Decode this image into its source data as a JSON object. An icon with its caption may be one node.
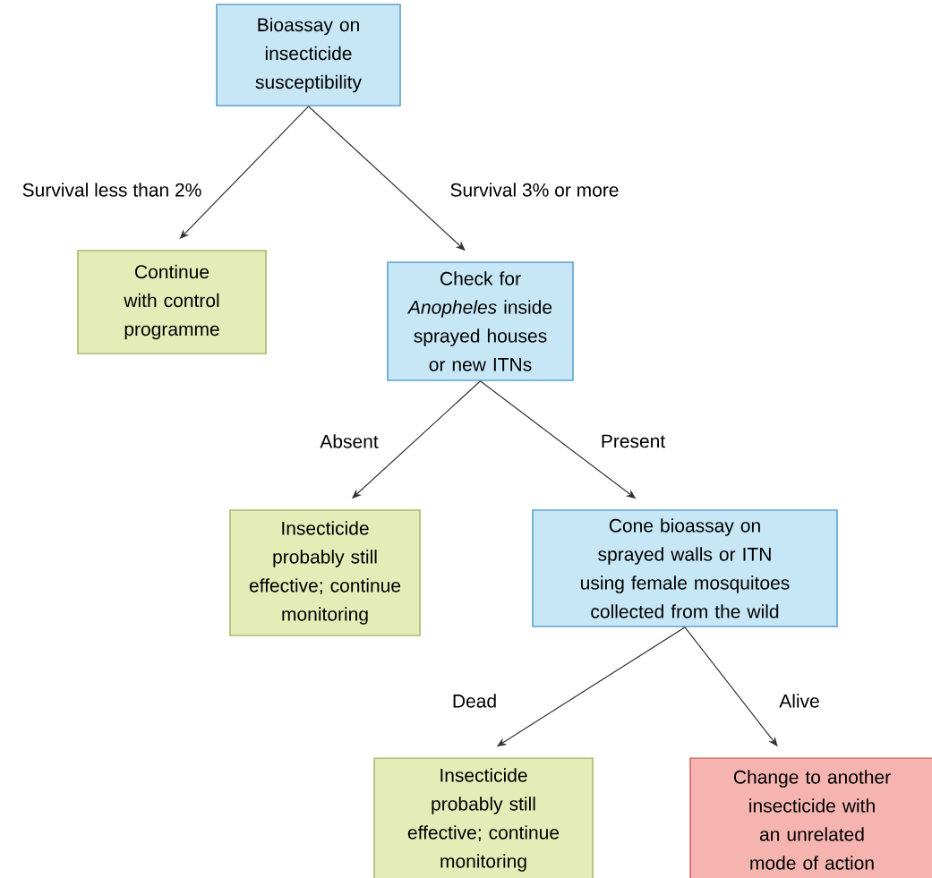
{
  "diagram": {
    "nodes": [
      {
        "text": [
          "Bioassay on insecticide susceptibility"
        ]
      },
      {
        "text": [
          "Continue with control programme"
        ]
      },
      {
        "text": [
          "Check for *Anopheles* inside sprayed houses or new ITNs"
        ]
      },
      {
        "text": [
          "Insecticide probably still effective; continue monitoring"
        ]
      },
      {
        "text": [
          "Cone bioassay on sprayed walls or ITN using female mosquitoes collected from the wild"
        ]
      },
      {
        "text": [
          "Insecticide probably still effective; continue monitoring"
        ]
      },
      {
        "text": [
          "Change to another insecticide with an unrelated mode of action"
        ]
      }
    ],
    "edges": [
      {
        "from": 0,
        "to": 1,
        "arrow": "to",
        "label": "Survival less than 2%"
      },
      {
        "from": 0,
        "to": 2,
        "arrow": "to",
        "label": "Survival 3% or more"
      },
      {
        "from": 2,
        "to": 3,
        "arrow": "to",
        "label": "Absent"
      },
      {
        "from": 2,
        "to": 4,
        "arrow": "to",
        "label": "Present"
      },
      {
        "from": 4,
        "to": 5,
        "arrow": "to",
        "label": "Dead"
      },
      {
        "from": 4,
        "to": 6,
        "arrow": "to",
        "label": "Alive"
      }
    ]
  }
}
